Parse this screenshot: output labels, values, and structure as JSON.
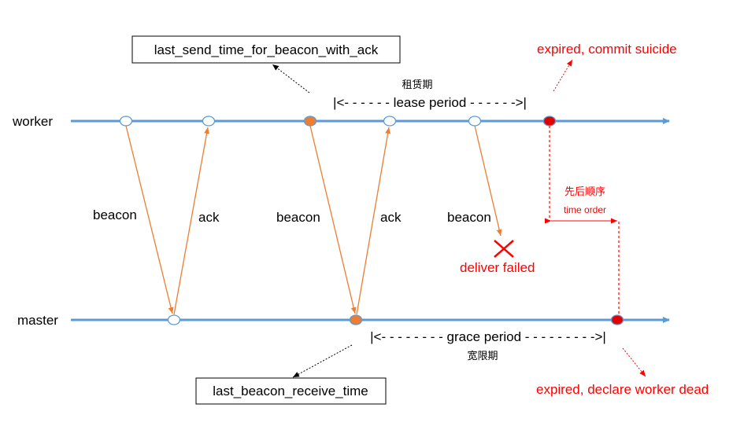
{
  "timelines": {
    "worker": "worker",
    "master": "master"
  },
  "messages": {
    "beacon_1": "beacon",
    "ack_1": "ack",
    "beacon_2": "beacon",
    "ack_2": "ack",
    "beacon_3": "beacon"
  },
  "failure": {
    "label": "deliver failed"
  },
  "worker_lease": {
    "box_label": "last_send_time_for_beacon_with_ack",
    "period_cn": "租赁期",
    "period_text": "|<- - - - - - lease period - - - - - ->|",
    "expired": "expired, commit suicide"
  },
  "master_grace": {
    "box_label": "last_beacon_receive_time",
    "period_cn": "宽限期",
    "period_text": "|<- - - - - - - -  grace period - - - - - - - - ->|",
    "expired": "expired, declare worker dead"
  },
  "ordering": {
    "cn": "先后顺序",
    "en": "time order"
  },
  "colors": {
    "timeline": "#5b9bd5",
    "message": "#ed7d31",
    "event_fill": "#ed7d31",
    "expired": "#ff0000",
    "expired_dot": "#e00000",
    "node_stroke": "#5b9bd5",
    "text": "#000000"
  }
}
